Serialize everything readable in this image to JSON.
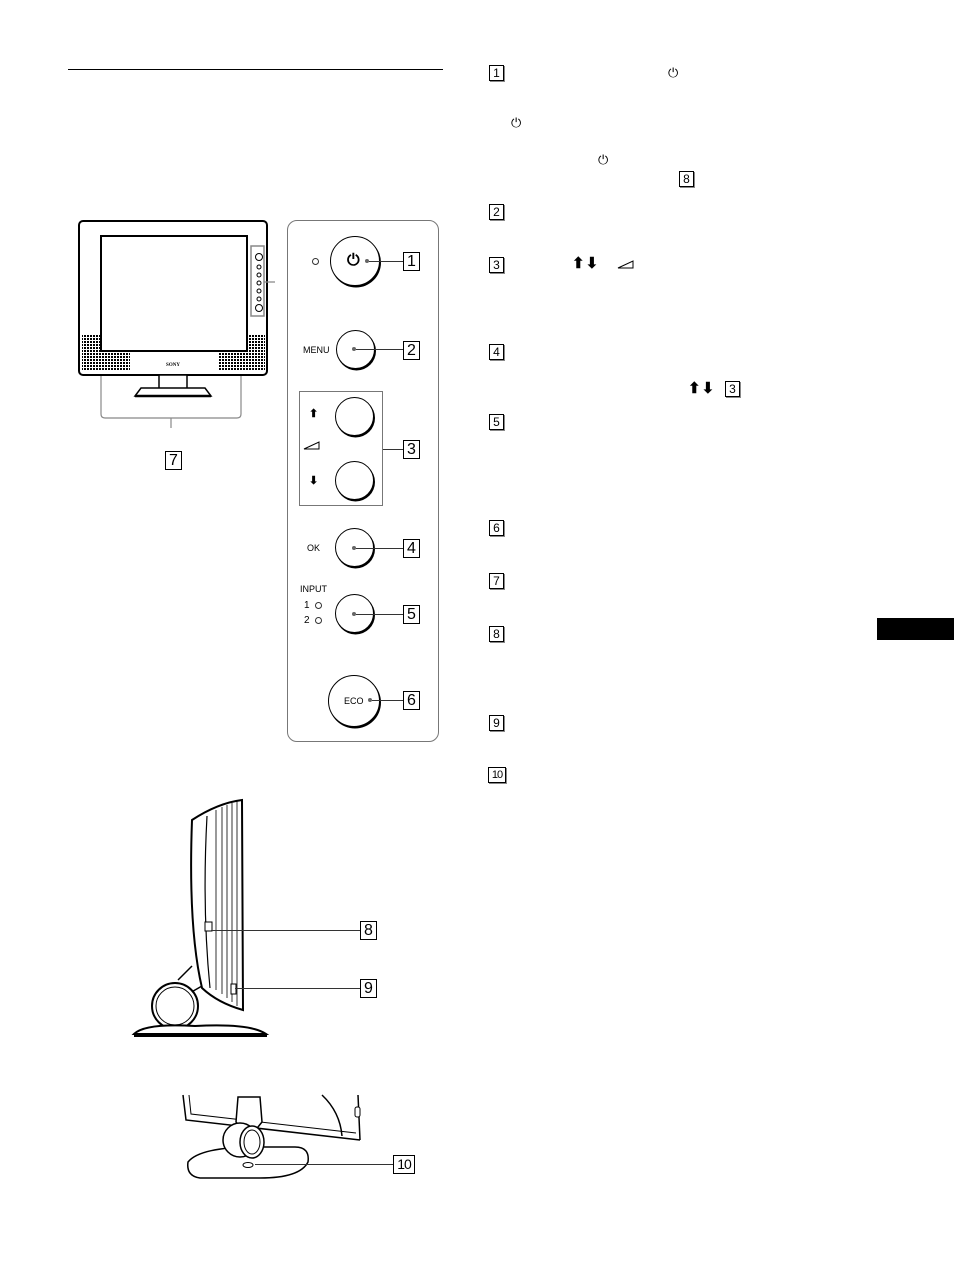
{
  "page": {
    "header_rule": true,
    "side_tab": {
      "color": "#000000"
    }
  },
  "legend": {
    "items": [
      {
        "num": "1",
        "symbols": [
          "power-symbol"
        ],
        "refs": [
          "8"
        ]
      },
      {
        "num": "2"
      },
      {
        "num": "3",
        "symbols": [
          "up-down-arrows",
          "volume-wedge"
        ]
      },
      {
        "num": "4",
        "refs": [
          "3"
        ],
        "symbols": [
          "up-down-arrows"
        ]
      },
      {
        "num": "5"
      },
      {
        "num": "6"
      },
      {
        "num": "7"
      },
      {
        "num": "8"
      },
      {
        "num": "9"
      },
      {
        "num": "10"
      }
    ],
    "glyphs": {
      "power": "⏻",
      "updown": "⬆⬇",
      "volume": "◿"
    }
  },
  "front_view": {
    "brand": "SONY",
    "callout": "7"
  },
  "control_panel": {
    "power_button": {
      "callout": "1",
      "glyph": "⏻"
    },
    "menu_button": {
      "label": "MENU",
      "callout": "2"
    },
    "volume_buttons": {
      "up_glyph": "⬆",
      "down_glyph": "⬇",
      "volume_glyph": "◿",
      "callout": "3"
    },
    "ok_button": {
      "label": "OK",
      "callout": "4"
    },
    "input_button": {
      "label": "INPUT",
      "ind1": "1",
      "ind2": "2",
      "callout": "5"
    },
    "eco_button": {
      "label": "ECO",
      "callout": "6"
    }
  },
  "side_view": {
    "callouts": [
      "8",
      "9"
    ]
  },
  "rear_view": {
    "callout": "10"
  }
}
